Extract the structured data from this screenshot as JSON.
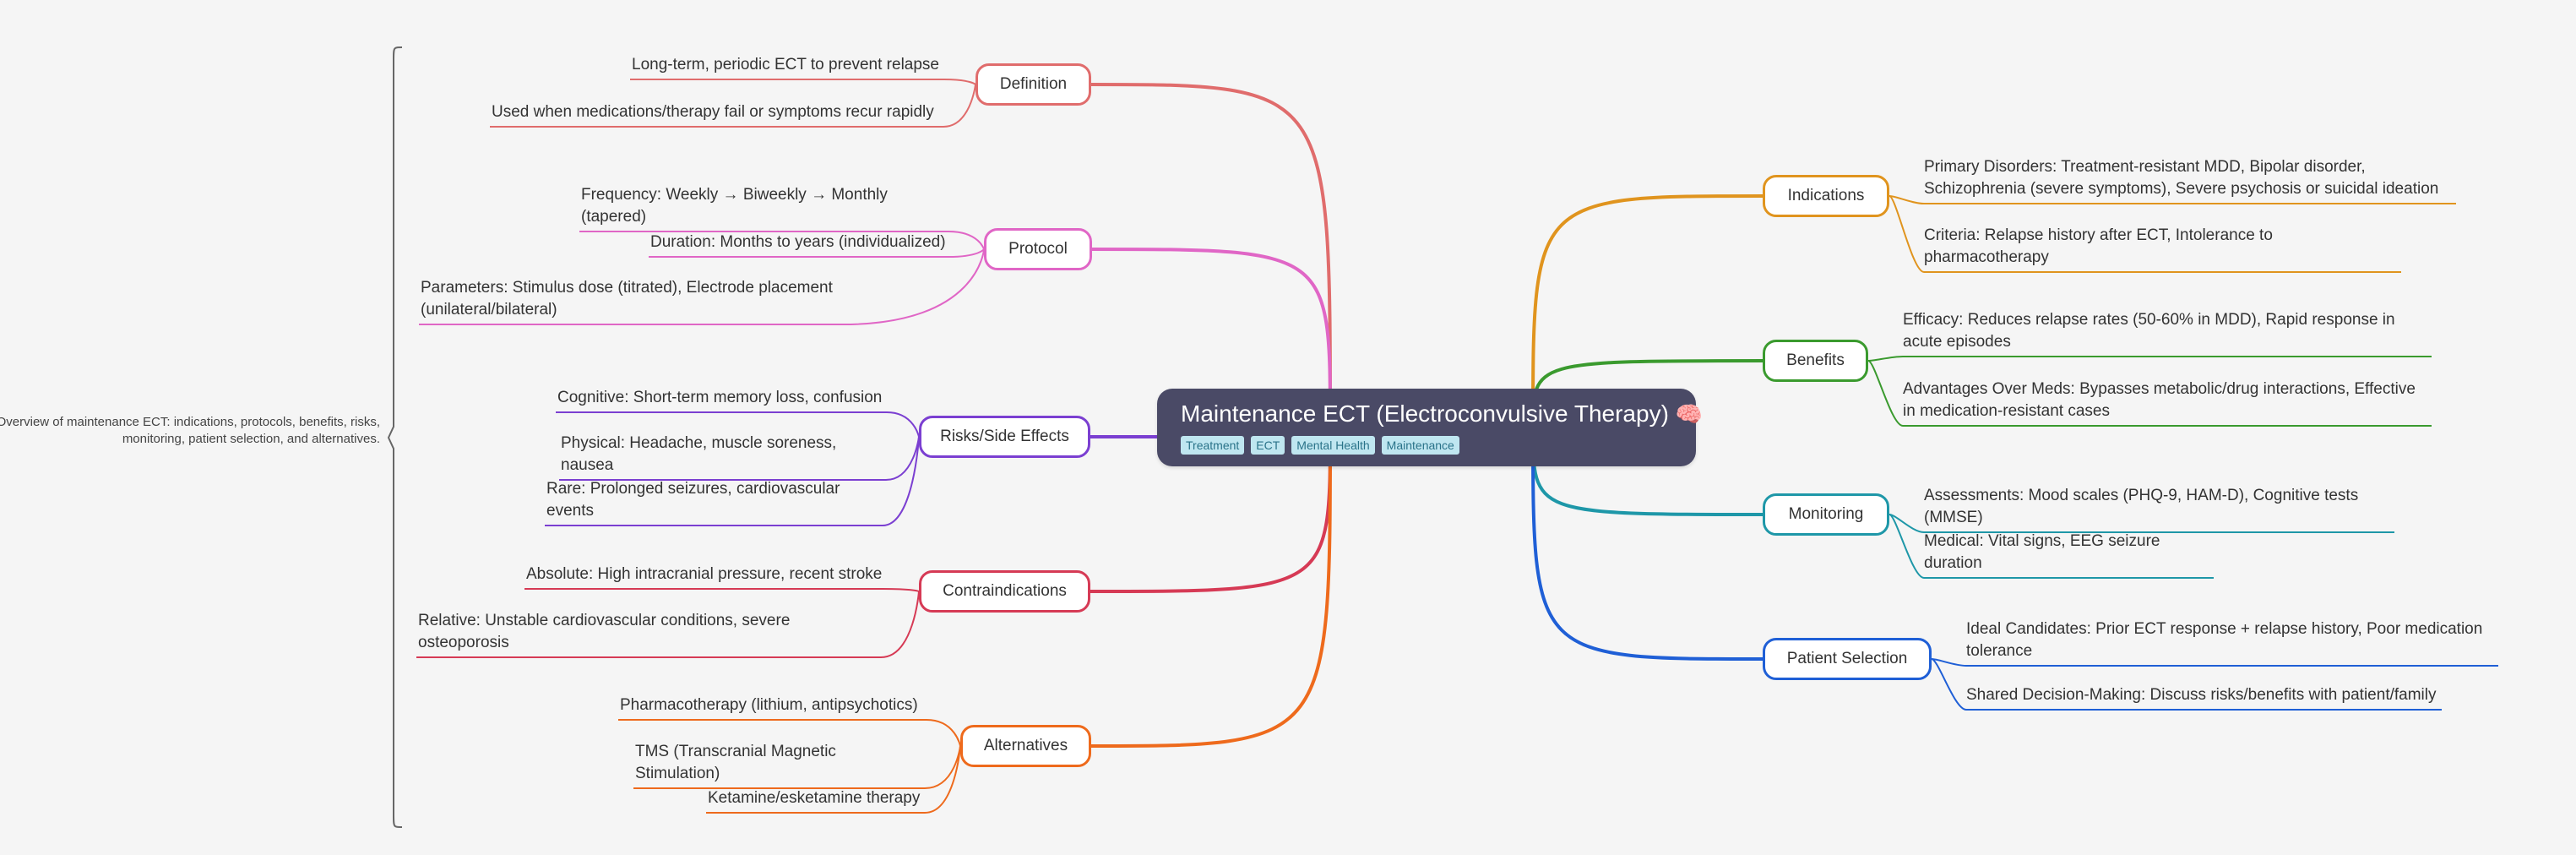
{
  "root": {
    "title": "Maintenance ECT (Electroconvulsive Therapy)",
    "emoji": "🧠",
    "tags": [
      "Treatment",
      "ECT",
      "Mental Health",
      "Maintenance"
    ]
  },
  "summary": "Overview of maintenance ECT: indications, protocols, benefits, risks, monitoring, patient selection, and alternatives.",
  "left": [
    {
      "id": "definition",
      "label": "Definition",
      "color": "#e06c6c",
      "children": [
        "Long-term, periodic ECT to prevent relapse",
        "Used when medications/therapy fail or symptoms recur rapidly"
      ]
    },
    {
      "id": "protocol",
      "label": "Protocol",
      "color": "#e066c6",
      "children": [
        "Frequency: Weekly → Biweekly → Monthly (tapered)",
        "Duration: Months to years (individualized)",
        "Parameters: Stimulus dose (titrated), Electrode placement (unilateral/bilateral)"
      ]
    },
    {
      "id": "risks",
      "label": "Risks/Side Effects",
      "color": "#7b3fd1",
      "children": [
        "Cognitive: Short-term memory loss, confusion",
        "Physical: Headache, muscle soreness, nausea",
        "Rare: Prolonged seizures, cardiovascular events"
      ]
    },
    {
      "id": "contraindications",
      "label": "Contraindications",
      "color": "#d63a55",
      "children": [
        "Absolute: High intracranial pressure, recent stroke",
        "Relative: Unstable cardiovascular conditions, severe osteoporosis"
      ]
    },
    {
      "id": "alternatives",
      "label": "Alternatives",
      "color": "#ee6a1c",
      "children": [
        "Pharmacotherapy (lithium, antipsychotics)",
        "TMS (Transcranial Magnetic Stimulation)",
        "Ketamine/esketamine therapy"
      ]
    }
  ],
  "right": [
    {
      "id": "indications",
      "label": "Indications",
      "color": "#e0941e",
      "children": [
        "Primary Disorders: Treatment-resistant MDD, Bipolar disorder, Schizophrenia (severe symptoms), Severe psychosis or suicidal ideation",
        "Criteria: Relapse history after ECT, Intolerance to pharmacotherapy"
      ]
    },
    {
      "id": "benefits",
      "label": "Benefits",
      "color": "#3a9a2e",
      "children": [
        "Efficacy: Reduces relapse rates (50-60% in MDD), Rapid response in acute episodes",
        "Advantages Over Meds: Bypasses metabolic/drug interactions, Effective in medication-resistant cases"
      ]
    },
    {
      "id": "monitoring",
      "label": "Monitoring",
      "color": "#1e97a8",
      "children": [
        "Assessments: Mood scales (PHQ-9, HAM-D), Cognitive tests (MMSE)",
        "Medical: Vital signs, EEG seizure duration"
      ]
    },
    {
      "id": "patient_selection",
      "label": "Patient Selection",
      "color": "#1f5fd6",
      "children": [
        "Ideal Candidates: Prior ECT response + relapse history, Poor medication tolerance",
        "Shared Decision-Making: Discuss risks/benefits with patient/family"
      ]
    }
  ]
}
